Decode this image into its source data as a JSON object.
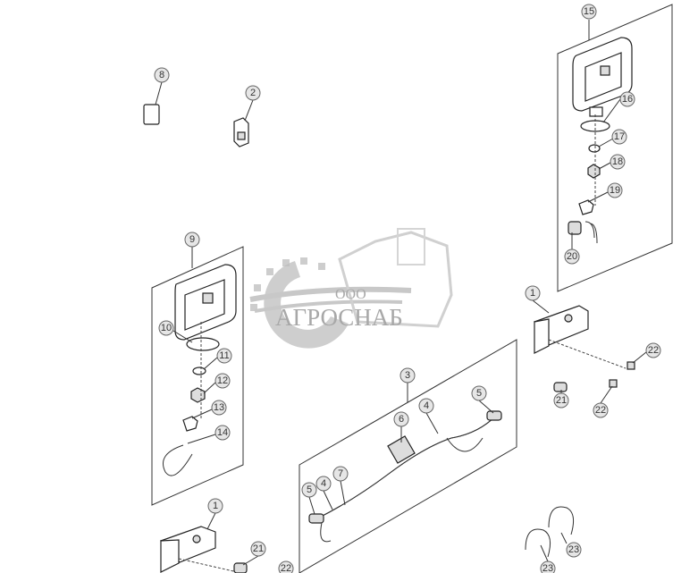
{
  "watermark": {
    "prefix": "ООО",
    "name": "АГРОСНАБ"
  },
  "callouts": [
    "15",
    "8",
    "2",
    "16",
    "17",
    "18",
    "19",
    "20",
    "9",
    "10",
    "11",
    "12",
    "13",
    "14",
    "3",
    "1",
    "22",
    "21",
    "22",
    "4",
    "5",
    "6",
    "7",
    "4",
    "5",
    "1",
    "21",
    "22",
    "23",
    "23"
  ],
  "colors": {
    "line": "#222222",
    "callout_fill": "#e6e6e6",
    "watermark": "#a8a8a8"
  }
}
